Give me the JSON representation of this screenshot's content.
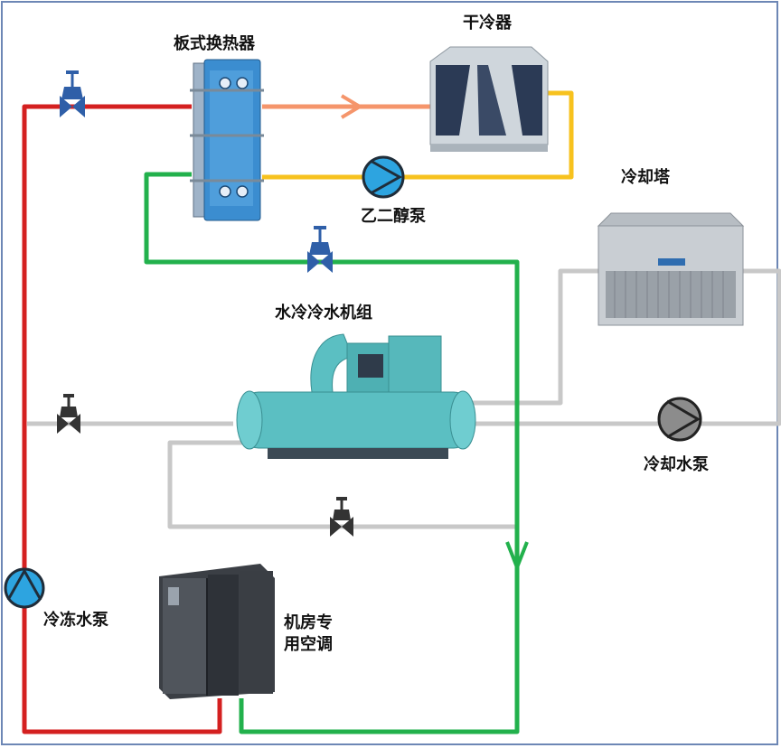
{
  "labels": {
    "plate_heat_exchanger": "板式换热器",
    "dry_cooler": "干冷器",
    "glycol_pump": "乙二醇泵",
    "cooling_tower": "冷却塔",
    "water_chiller": "水冷冷水机组",
    "cooling_water_pump": "冷却水泵",
    "chilled_water_pump": "冷冻水泵",
    "crac_unit_line1": "机房专",
    "crac_unit_line2": "用空调"
  },
  "colors": {
    "chilled_supply": "#d42020",
    "chilled_return": "#22b14c",
    "glycol_hot": "#f5956b",
    "glycol_cold": "#f7c21e",
    "cooling_water": "#c8c8c8",
    "pump_blue": "#2da4e0",
    "pump_gray": "#8c8c8c",
    "valve_blue": "#2f5fa8",
    "valve_dark": "#333333",
    "equipment_teal": "#5bbfc2",
    "hx_blue": "#3b8dd0"
  },
  "icons": [
    "gate-valve-icon",
    "pump-icon",
    "flow-arrow-icon"
  ]
}
